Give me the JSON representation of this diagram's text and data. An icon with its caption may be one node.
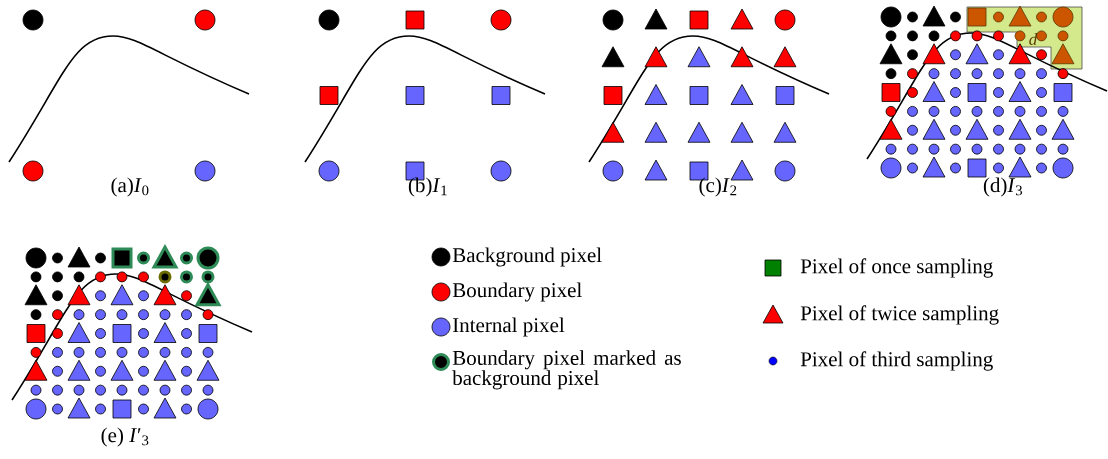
{
  "diagram": {
    "labels": [
      "*d*",
      "(a)*I*$_{0}$",
      "(b)*I*$_{1}$",
      "(c)*I*$_{2}$",
      "(d)*I*$_{3}$",
      "(e) *I*′$_{3}$"
    ],
    "legend": [
      {
        "text": "Background pixel",
        "color": "#000000"
      },
      {
        "text": "Boundary pixel",
        "color": "#ff0000"
      },
      {
        "text": "Internal pixel",
        "color": "#6666ff"
      },
      {
        "text": "Boundary pixel marked as background pixel"
      },
      {
        "text": "Pixel of once sampling"
      },
      {
        "text": "Pixel of twice sampling"
      },
      {
        "text": "Pixel of third sampling"
      }
    ]
  }
}
